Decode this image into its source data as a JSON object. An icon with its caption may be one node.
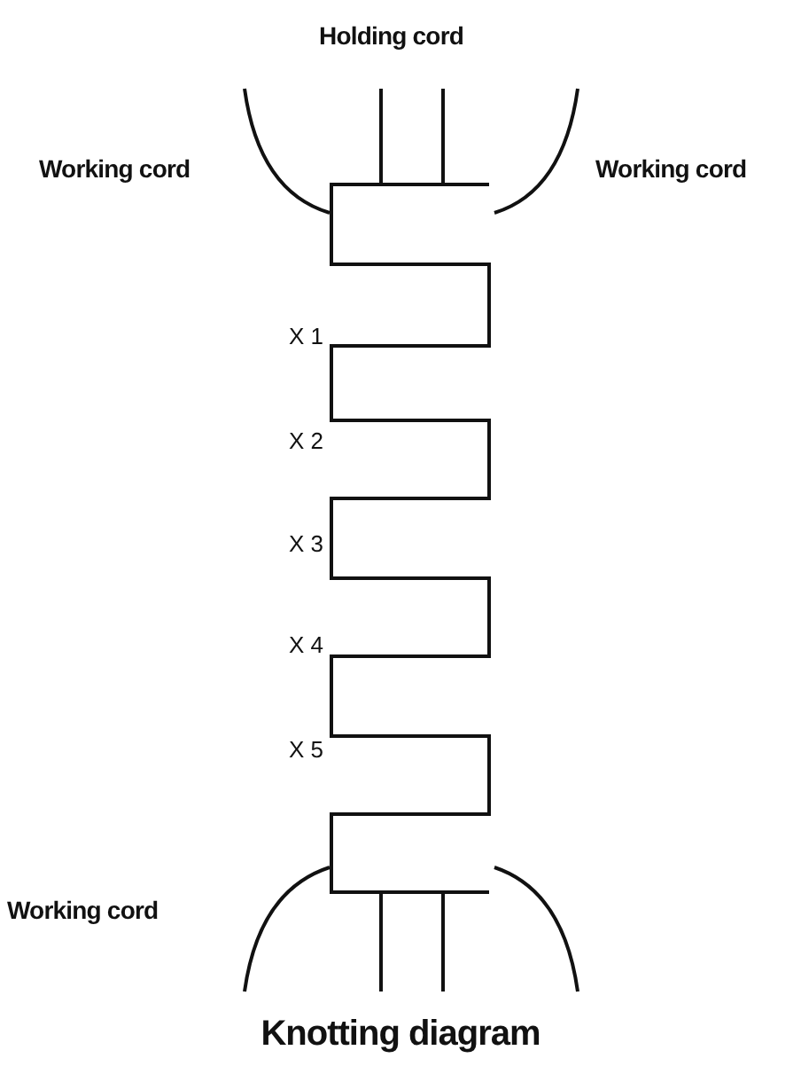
{
  "diagram": {
    "caption": "Knotting diagram",
    "labels": [
      "Holding cord",
      "Working cord",
      "Working cord",
      "X 1",
      "X 2",
      "X 3",
      "X 4",
      "X 5",
      "Working cord"
    ]
  }
}
